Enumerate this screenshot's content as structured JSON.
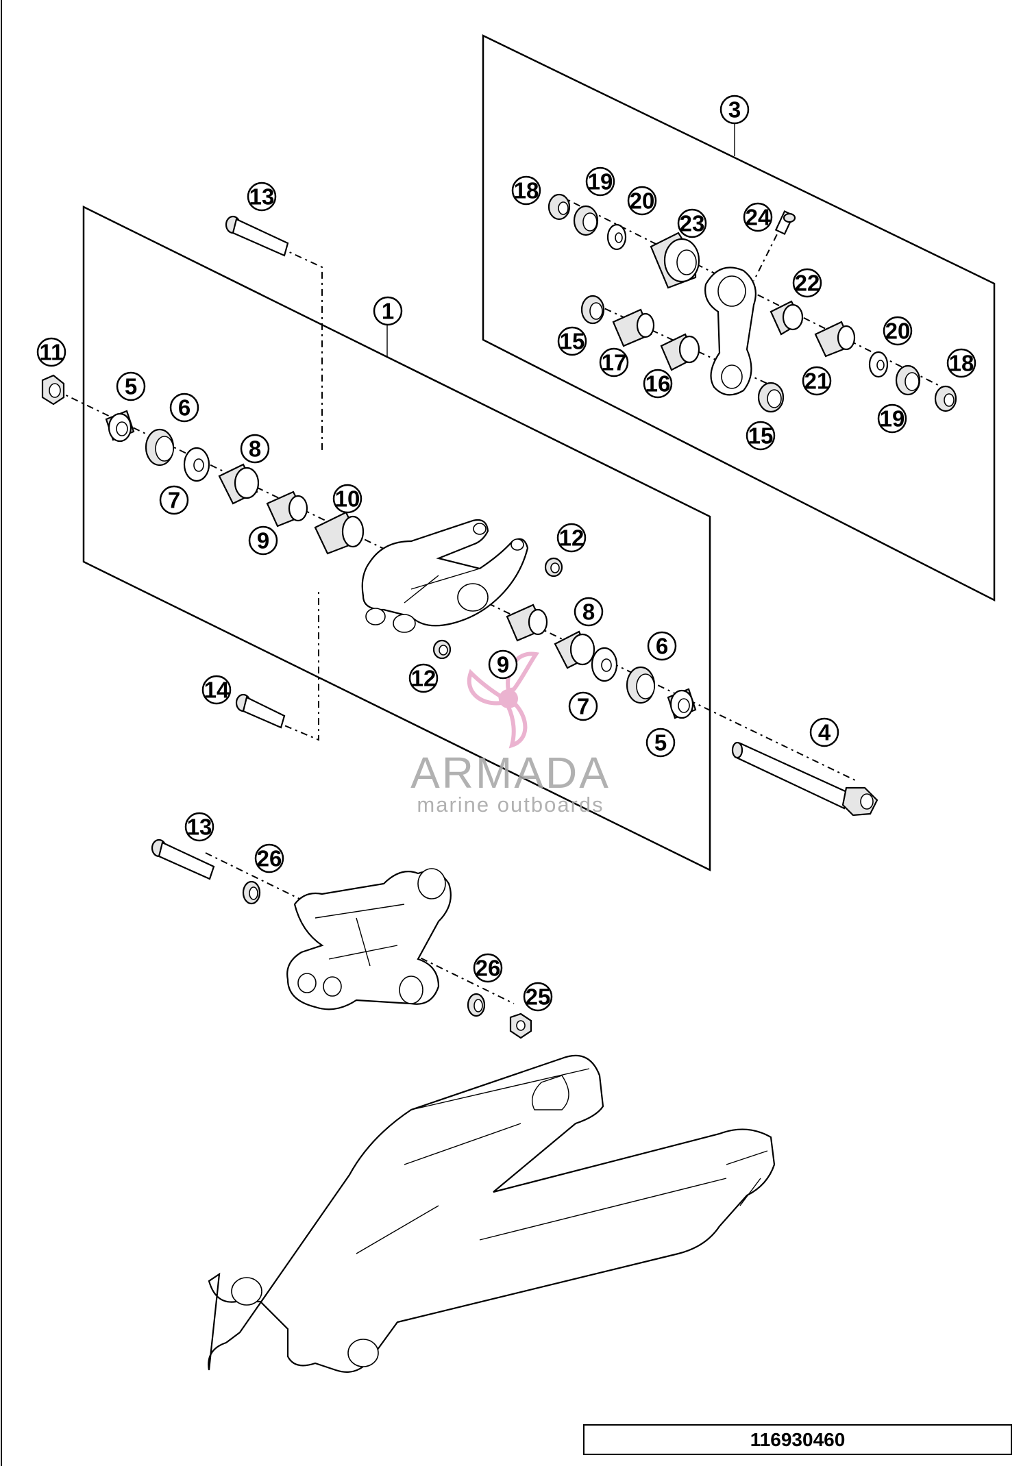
{
  "diagram": {
    "document_number": "116930460",
    "watermark": {
      "brand": "ARMADA",
      "tagline": "marine outboards",
      "accent_color": "#e8a6c8",
      "text_color": "#a4a4a4"
    },
    "callouts": {
      "c1": "1",
      "c3": "3",
      "c4": "4",
      "c5a": "5",
      "c5b": "5",
      "c6a": "6",
      "c6b": "6",
      "c7a": "7",
      "c7b": "7",
      "c8a": "8",
      "c8b": "8",
      "c9a": "9",
      "c9b": "9",
      "c10": "10",
      "c11": "11",
      "c12a": "12",
      "c12b": "12",
      "c13a": "13",
      "c13b": "13",
      "c14": "14",
      "c15a": "15",
      "c15b": "15",
      "c16": "16",
      "c17": "17",
      "c18a": "18",
      "c18b": "18",
      "c19a": "19",
      "c19b": "19",
      "c20a": "20",
      "c20b": "20",
      "c21": "21",
      "c22": "22",
      "c23": "23",
      "c24": "24",
      "c25": "25",
      "c26a": "26",
      "c26b": "26"
    }
  }
}
